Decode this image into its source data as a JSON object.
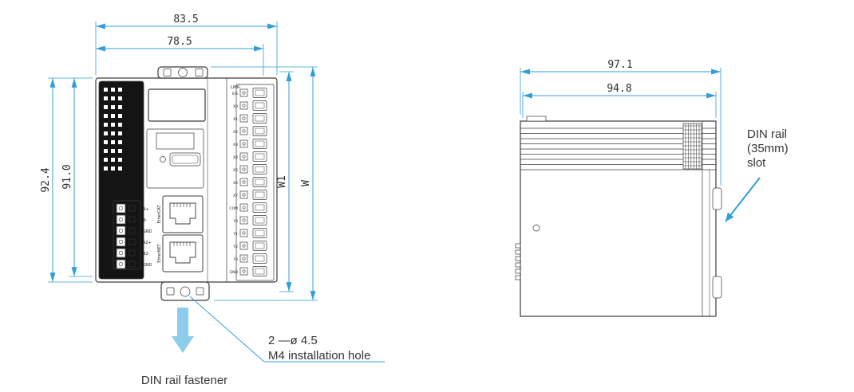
{
  "colors": {
    "dimension_blue": "#2f9fd9",
    "pointer_arrow_blue": "#8ccdec",
    "outline_gray": "#3c3c3c",
    "panel_black": "#141414"
  },
  "front_view": {
    "dimensions": {
      "top_outer": "83.5",
      "top_inner": "78.5",
      "left_outer": "92.4",
      "left_inner": "91.0",
      "right_inner": "W1",
      "right_outer": "W"
    },
    "link_label": "LINK-",
    "port_labels": {
      "upper": "EtherCAT",
      "lower": "EtherNET"
    },
    "left_terminal_labels": [
      "A+",
      "B-",
      "GND",
      "A2+",
      "B2-",
      "GND"
    ],
    "right_terminal_labels": [
      "0/S",
      "X0",
      "X1",
      "X2",
      "X3",
      "X4",
      "X5",
      "X6",
      "X7",
      "COM",
      "Y0",
      "Y1",
      "Y2",
      "Y3",
      "GND"
    ],
    "annotations": {
      "hole_callout": "2 —ø 4.5",
      "hole_label": "M4 installation hole",
      "fastener_label": "DIN rail fastener"
    }
  },
  "side_view": {
    "dimensions": {
      "top_outer": "97.1",
      "top_inner": "94.8"
    },
    "annotations": {
      "din_slot_line1": "DIN rail",
      "din_slot_line2": "(35mm)",
      "din_slot_line3": "slot"
    }
  }
}
